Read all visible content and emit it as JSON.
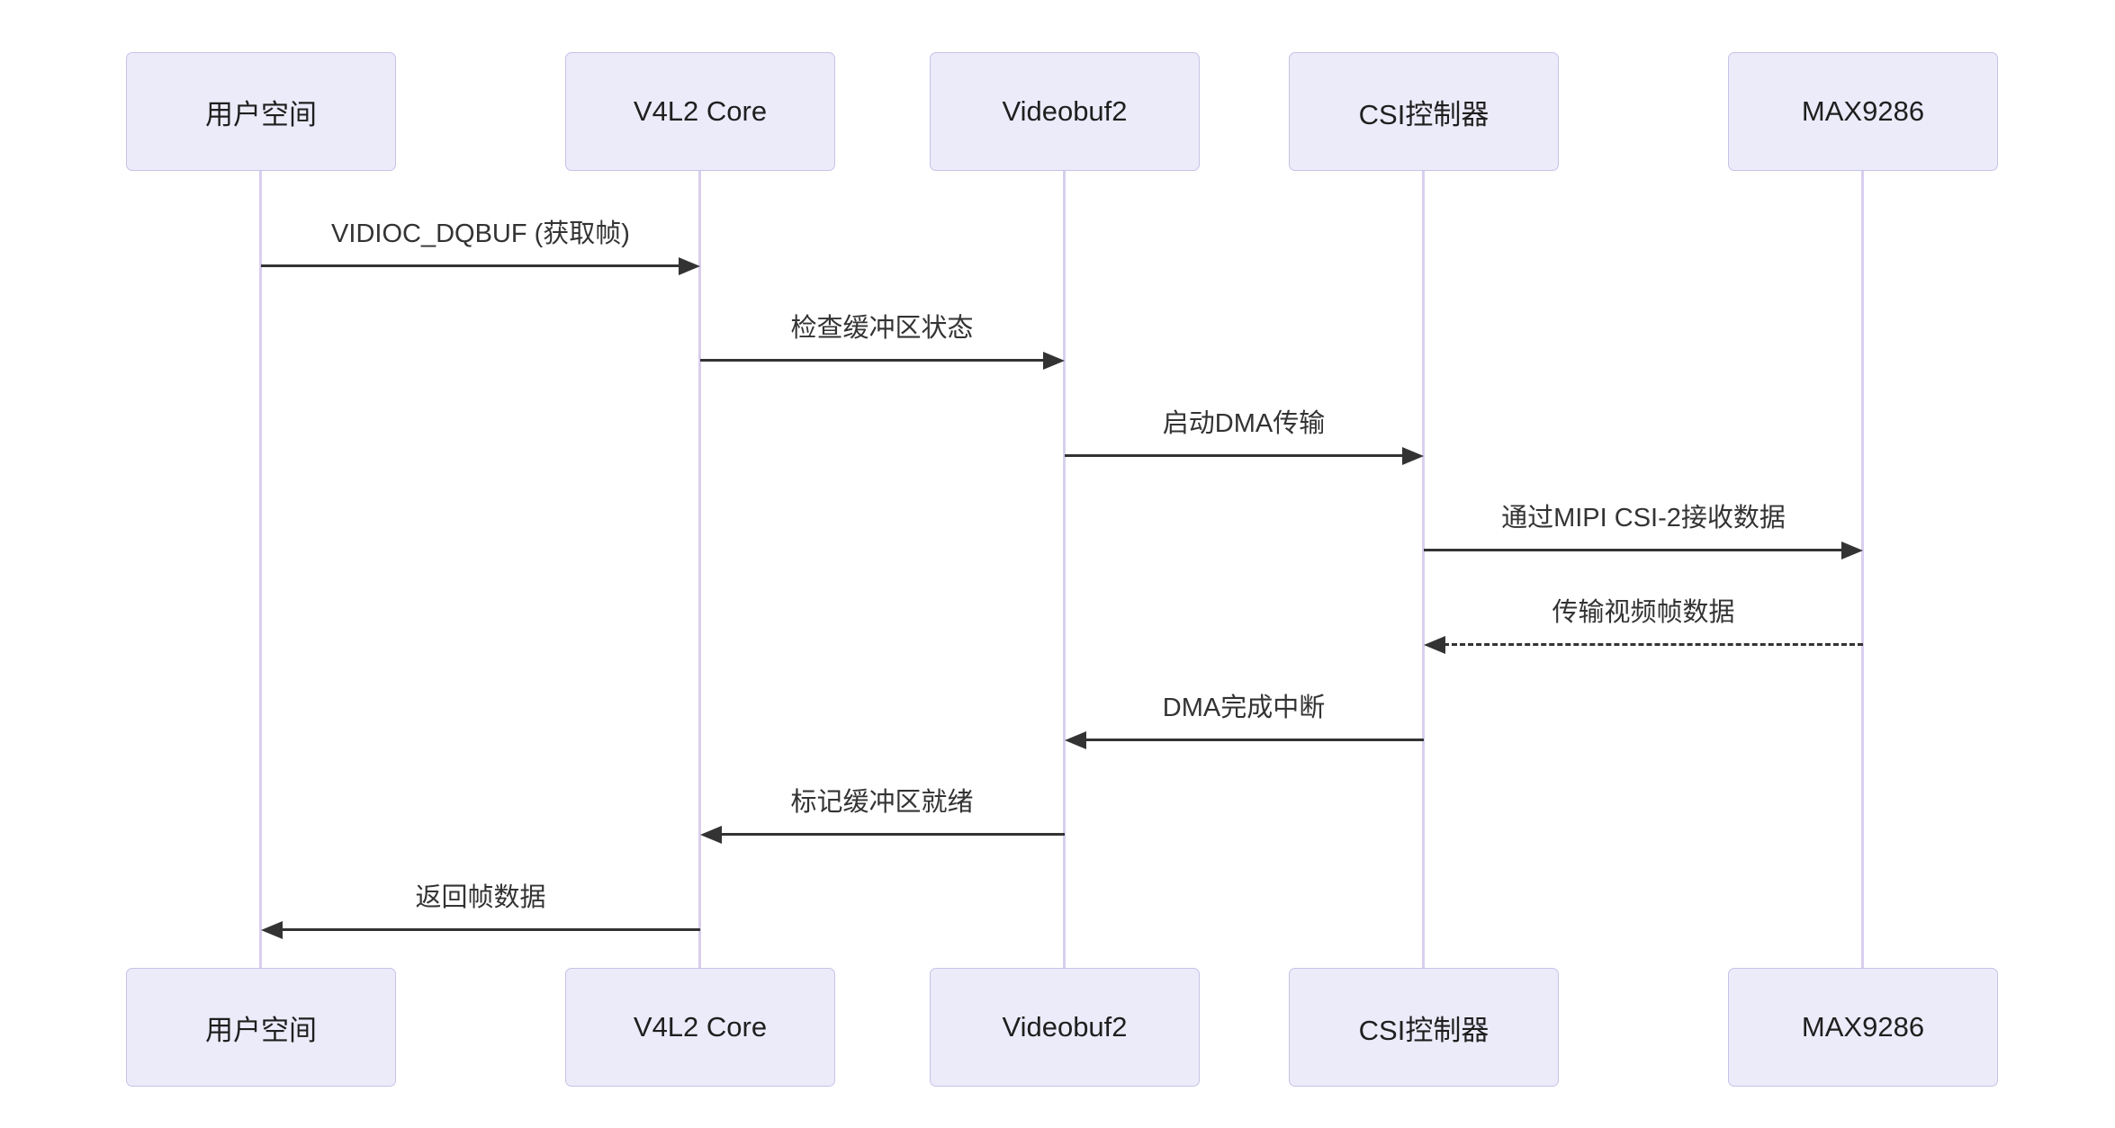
{
  "diagram": {
    "type": "sequence",
    "actors": [
      {
        "label": "用户空间"
      },
      {
        "label": "V4L2 Core"
      },
      {
        "label": "Videobuf2"
      },
      {
        "label": "CSI控制器"
      },
      {
        "label": "MAX9286"
      }
    ],
    "messages": [
      {
        "from": "用户空间",
        "to": "V4L2 Core",
        "label": "VIDIOC_DQBUF (获取帧)",
        "line": "solid",
        "direction": "right"
      },
      {
        "from": "V4L2 Core",
        "to": "Videobuf2",
        "label": "检查缓冲区状态",
        "line": "solid",
        "direction": "right"
      },
      {
        "from": "Videobuf2",
        "to": "CSI控制器",
        "label": "启动DMA传输",
        "line": "solid",
        "direction": "right"
      },
      {
        "from": "CSI控制器",
        "to": "MAX9286",
        "label": "通过MIPI CSI-2接收数据",
        "line": "solid",
        "direction": "right"
      },
      {
        "from": "MAX9286",
        "to": "CSI控制器",
        "label": "传输视频帧数据",
        "line": "dashed",
        "direction": "left"
      },
      {
        "from": "CSI控制器",
        "to": "Videobuf2",
        "label": "DMA完成中断",
        "line": "solid",
        "direction": "left"
      },
      {
        "from": "Videobuf2",
        "to": "V4L2 Core",
        "label": "标记缓冲区就绪",
        "line": "solid",
        "direction": "left"
      },
      {
        "from": "V4L2 Core",
        "to": "用户空间",
        "label": "返回帧数据",
        "line": "solid",
        "direction": "left"
      }
    ],
    "colors": {
      "actor_fill": "#ECEBFA",
      "actor_border": "#C8C2E6",
      "lifeline": "#D8CFEE",
      "arrow": "#333333",
      "text": "#333333",
      "background": "#FFFFFF"
    }
  }
}
